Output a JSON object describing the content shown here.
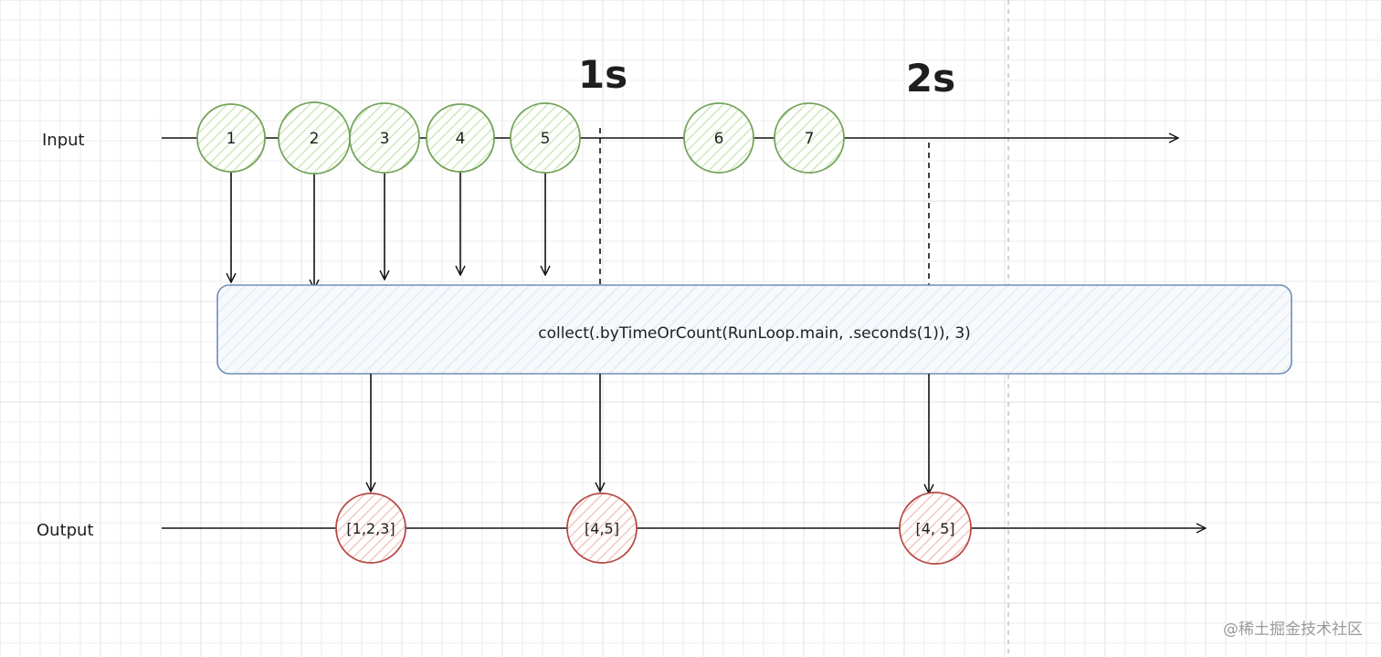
{
  "colors": {
    "grid": "#e7e7e7",
    "input_stroke": "#74a35a",
    "input_fill": "#cfe8bd",
    "output_stroke": "#b64a45",
    "output_fill": "#f1c9c4",
    "operator_stroke": "#6f8fb8",
    "operator_fill": "#e3ecf6",
    "line": "#111111"
  },
  "labels": {
    "input": "Input",
    "output": "Output",
    "time_1s": "1s",
    "time_2s": "2s",
    "operator": "collect(.byTimeOrCount(RunLoop.main, .seconds(1)), 3)"
  },
  "input_values": [
    "1",
    "2",
    "3",
    "4",
    "5",
    "6",
    "7"
  ],
  "output_values": [
    "[1,2,3]",
    "[4,5]",
    "[4, 5]"
  ],
  "watermark": "@稀土掘金技术社区"
}
